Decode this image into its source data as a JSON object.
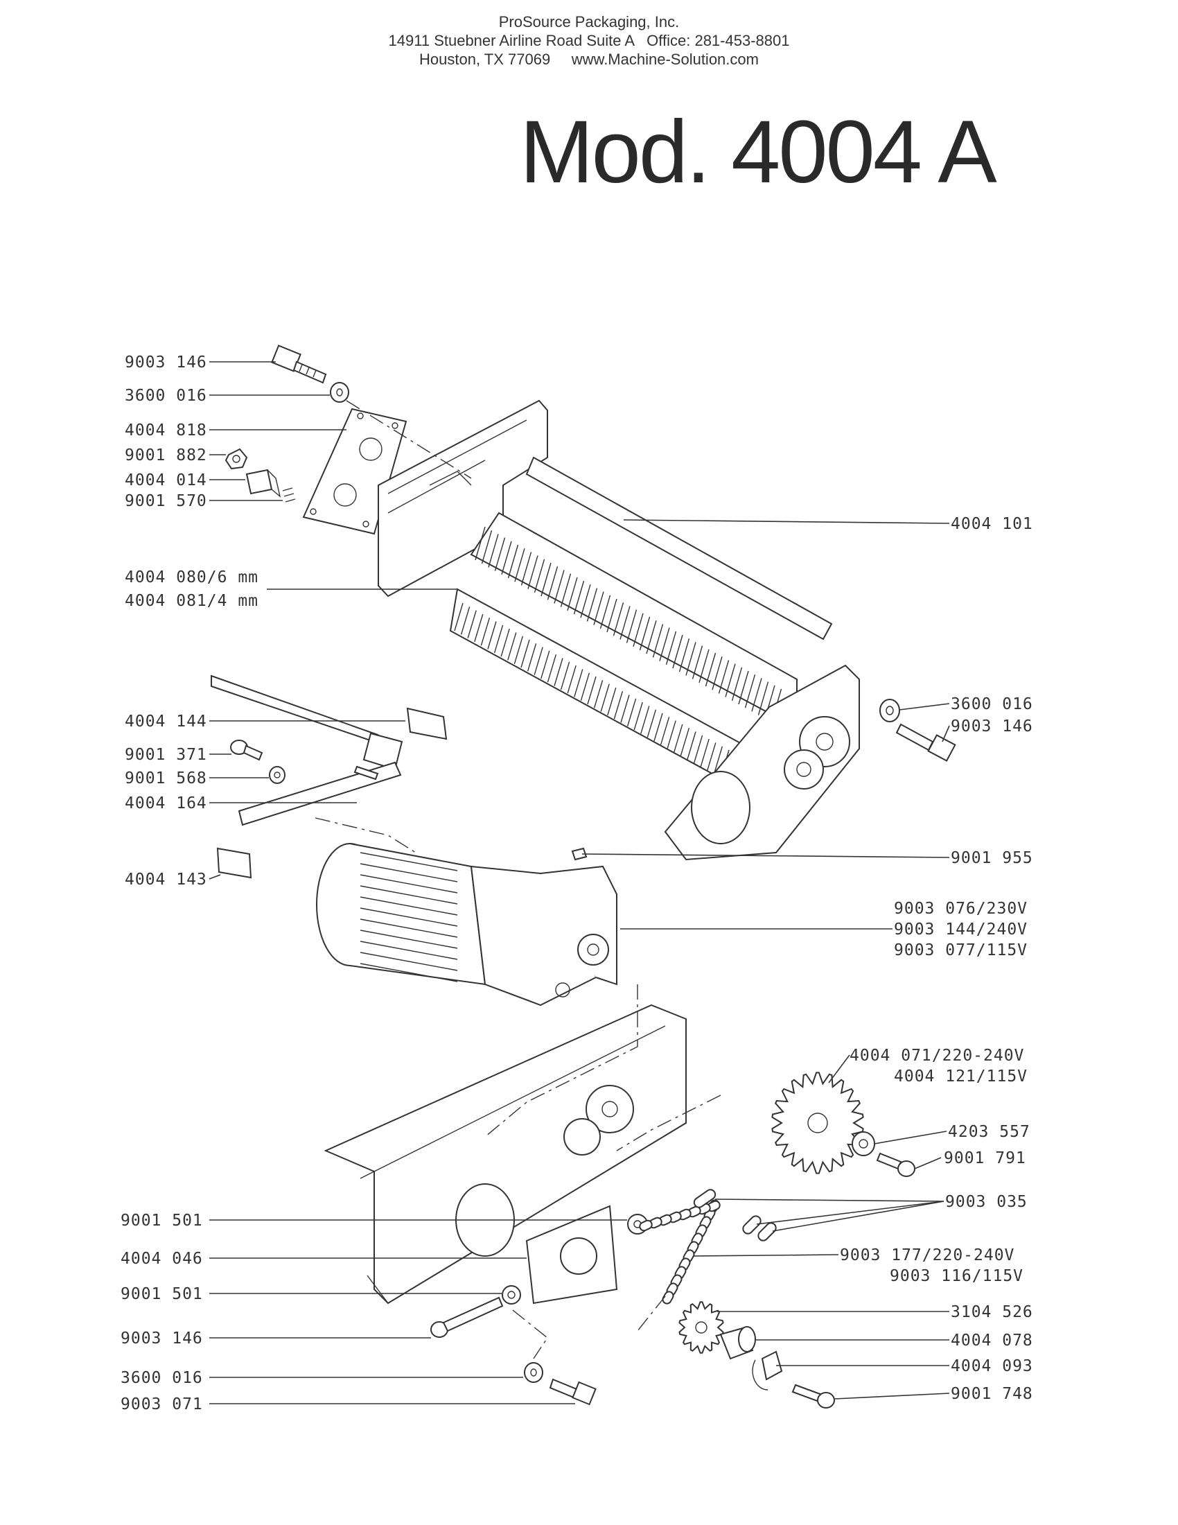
{
  "header": {
    "company": "ProSource Packaging, Inc.",
    "address_line": "14911 Stuebner Airline Road Suite A   Office: 281-453-8801",
    "city_line": "Houston, TX 77069     www.Machine-Solution.com"
  },
  "title": "Mod. 4004 A",
  "callouts": {
    "l_9003_146_top": "9003 146",
    "l_3600_016_top": "3600 016",
    "l_4004_818": "4004 818",
    "l_9001_882": "9001 882",
    "l_4004_014": "4004 014",
    "l_9001_570": "9001 570",
    "l_4004_080": "4004 080/6 mm",
    "l_4004_081": "4004 081/4 mm",
    "l_4004_144": "4004 144",
    "l_9001_371": "9001 371",
    "l_9001_568": "9001 568",
    "l_4004_164": "4004 164",
    "l_4004_143": "4004 143",
    "l_9001_501_a": "9001 501",
    "l_4004_046": "4004 046",
    "l_9001_501_b": "9001 501",
    "l_9003_146_bottom": "9003 146",
    "l_3600_016_bottom": "3600 016",
    "l_9003_071": "9003 071",
    "r_4004_101": "4004 101",
    "r_3600_016": "3600 016",
    "r_9003_146": "9003 146",
    "r_9001_955": "9001 955",
    "r_9003_076": "9003 076/230V",
    "r_9003_144": "9003 144/240V",
    "r_9003_077": "9003 077/115V",
    "r_4004_071": "4004 071/220-240V",
    "r_4004_121": "4004 121/115V",
    "r_4203_557": "4203 557",
    "r_9001_791": "9001 791",
    "r_9003_035": "9003 035",
    "r_9003_177": "9003 177/220-240V",
    "r_9003_116": "9003 116/115V",
    "r_3104_526": "3104 526",
    "r_4004_078": "4004 078",
    "r_4004_093": "4004 093",
    "r_9001_748": "9001 748"
  }
}
